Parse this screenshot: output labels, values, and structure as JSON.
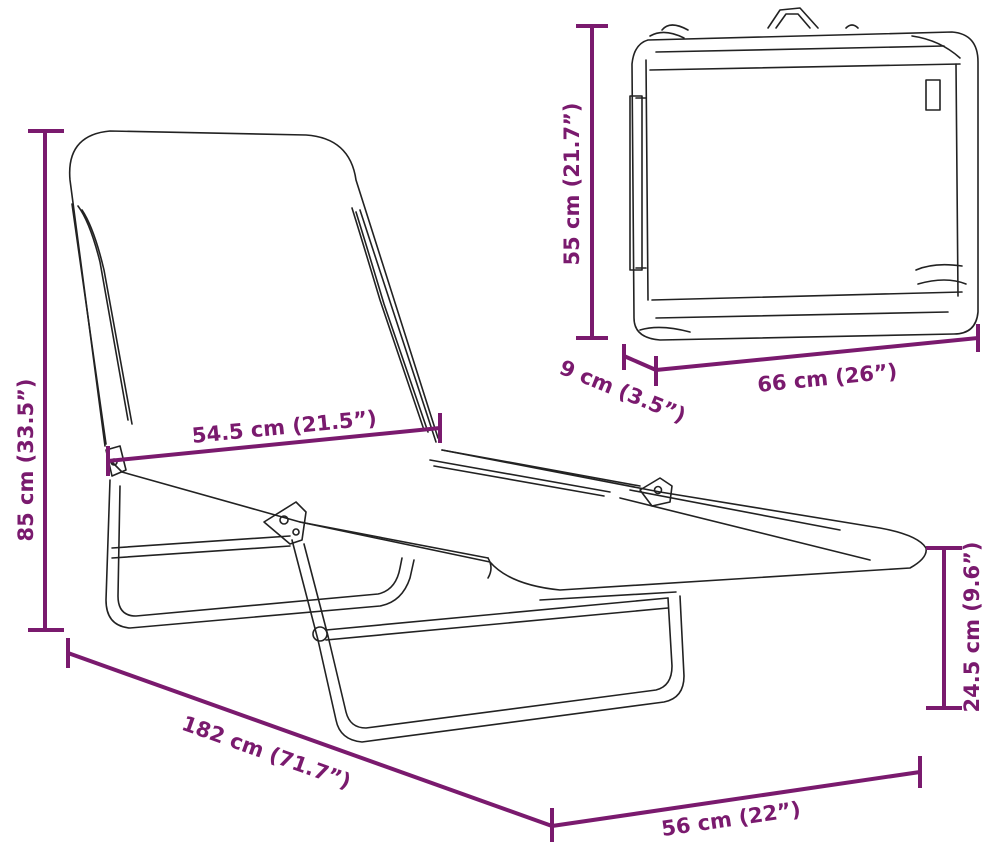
{
  "colors": {
    "dimension": "#7a1a6e",
    "line_art": "#222222",
    "background": "#ffffff"
  },
  "dimensions": {
    "height_total": "85 cm (33.5”)",
    "seat_width": "54.5 cm (21.5”)",
    "length": "182 cm (71.7”)",
    "width": "56 cm (22”)",
    "seat_height": "24.5 cm (9.6”)",
    "folded_height": "55 cm (21.7”)",
    "folded_thickness": "9 cm (3.5”)",
    "folded_width": "66 cm (26”)"
  }
}
